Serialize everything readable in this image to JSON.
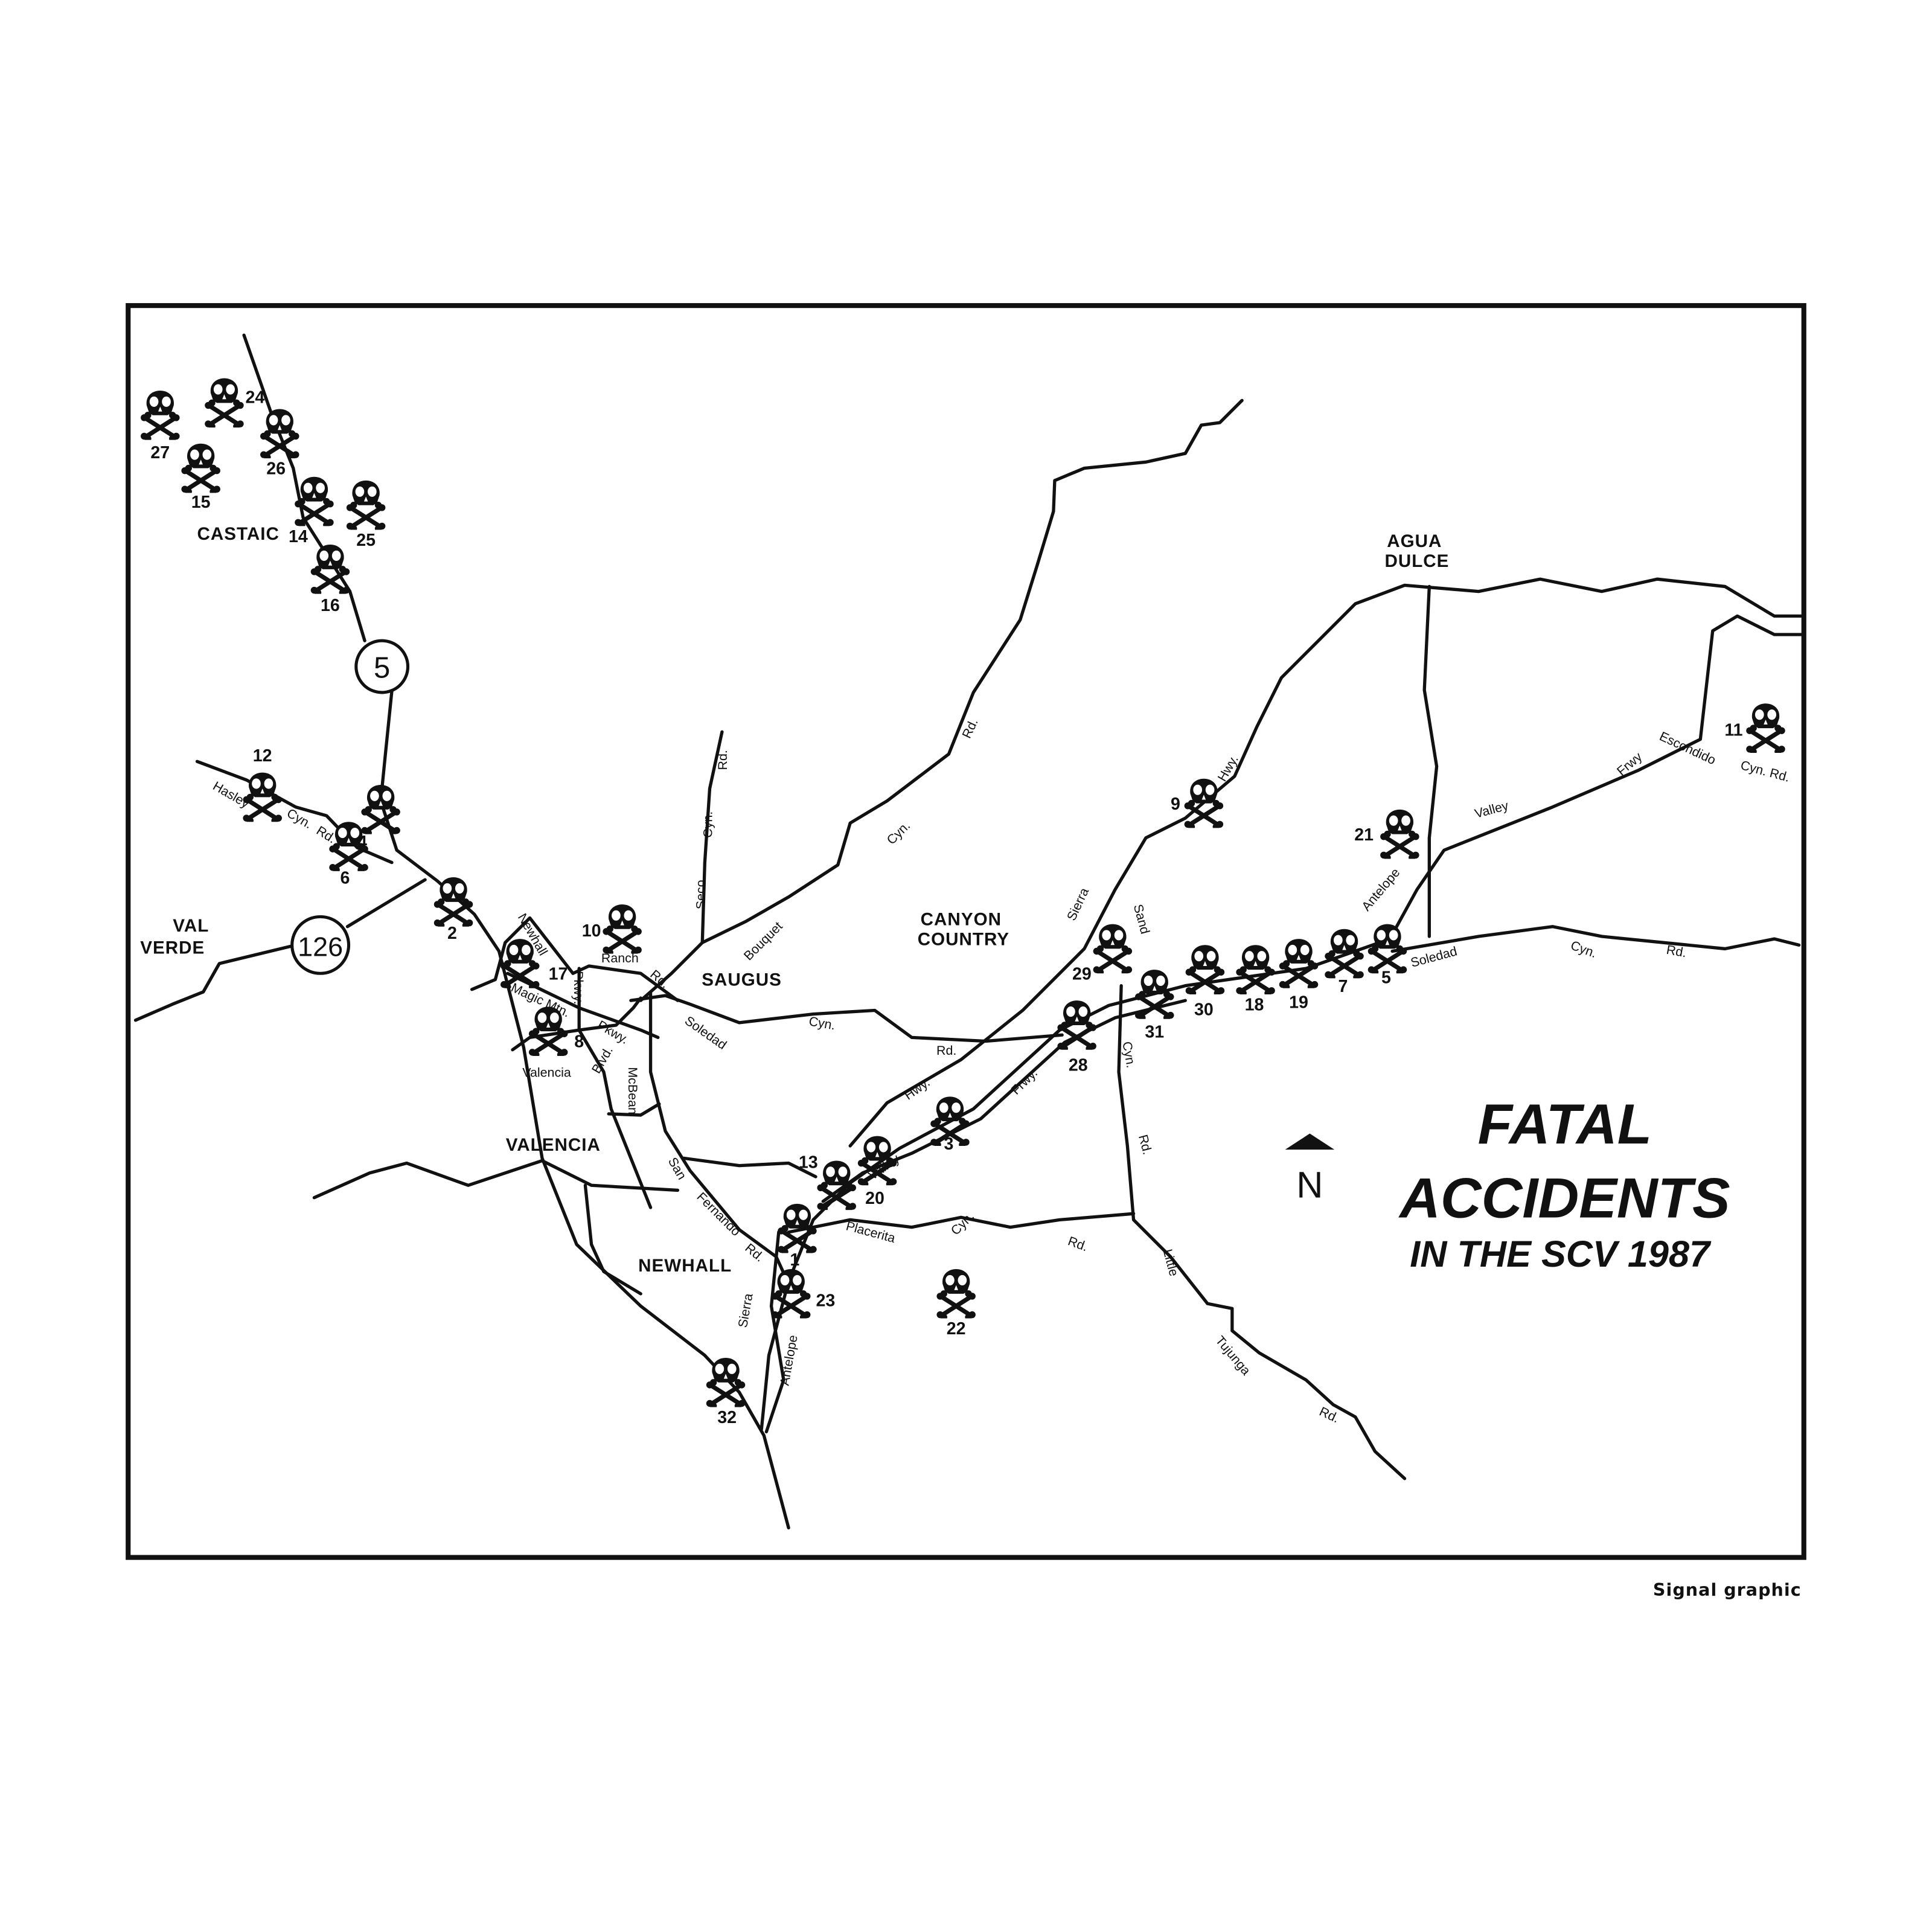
{
  "title": {
    "line1": "FATAL",
    "line2": "ACCIDENTS",
    "line3": "IN THE SCV 1987"
  },
  "north_label": "N",
  "credit": "Signal graphic",
  "shields": {
    "i5": "5",
    "sr126": "126"
  },
  "places": [
    "CASTAIC",
    "VAL",
    "VERDE",
    "SAUGUS",
    "CANYON",
    "COUNTRY",
    "VALENCIA",
    "NEWHALL",
    "AGUA",
    "DULCE"
  ],
  "road_labels": [
    "Hasley",
    "Cyn.",
    "Rd.",
    "Newhall",
    "Ranch",
    "Rd.",
    "Pkwy.",
    "Magic Mtn.",
    "Pkwy.",
    "Blvd.",
    "Valencia",
    "McBean",
    "Seco",
    "Cyn.",
    "Rd.",
    "Bouquet",
    "Cyn.",
    "Rd.",
    "Soledad",
    "Cyn.",
    "Rd.",
    "Sierra",
    "Hwy.",
    "Sand",
    "Cyn.",
    "Rd.",
    "Hwy.",
    "Frwy.",
    "Valley",
    "San",
    "Fernando",
    "Rd.",
    "Placerita",
    "Cyn.",
    "Rd.",
    "Little",
    "Tujunga",
    "Rd.",
    "Sierra",
    "Antelope",
    "Antelope",
    "Soledad",
    "Cyn.",
    "Rd.",
    "Valley",
    "Frwy",
    "Escondido",
    "Cyn. Rd."
  ],
  "accidents": [
    "27",
    "24",
    "26",
    "15",
    "14",
    "25",
    "16",
    "12",
    "4",
    "6",
    "2",
    "17",
    "10",
    "8",
    "13",
    "20",
    "3",
    "1",
    "23",
    "32",
    "22",
    "9",
    "21",
    "29",
    "28",
    "31",
    "30",
    "18",
    "19",
    "7",
    "5",
    "11"
  ],
  "colors": {
    "ink": "#111111",
    "paper": "#ffffff"
  }
}
